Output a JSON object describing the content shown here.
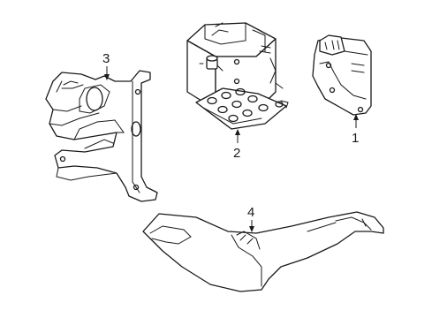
{
  "diagram": {
    "callouts": [
      {
        "id": "1",
        "label": "1"
      },
      {
        "id": "2",
        "label": "2"
      },
      {
        "id": "3",
        "label": "3"
      },
      {
        "id": "4",
        "label": "4"
      }
    ],
    "colors": {
      "stroke": "#1a1a1a",
      "background": "#ffffff"
    }
  }
}
